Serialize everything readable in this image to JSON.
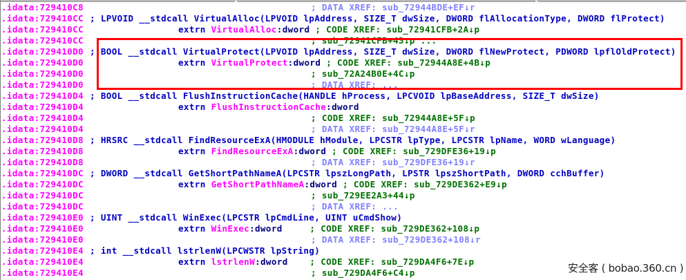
{
  "view": "IDA disassembly listing (.idata imports)",
  "lines": [
    {
      "addr": ".idata:729410C8",
      "type": "data_xref",
      "comment": "; DATA XREF: sub_72944BDE+EF",
      "arrow": "↓",
      "suffix": "r"
    },
    {
      "addr": ".idata:729410CC",
      "type": "proto",
      "text": "; LPVOID __stdcall VirtualAlloc(LPVOID lpAddress, SIZE_T dwSize, DWORD flAllocationType, DWORD flProtect)"
    },
    {
      "addr": ".idata:729410CC",
      "type": "extrn",
      "kw": "extrn ",
      "name": "VirtualAlloc",
      "rest": ":dword",
      "pad": " ",
      "comment": "; CODE XREF: sub_72941CFB+2A",
      "arrow": "↓",
      "suffix": "p"
    },
    {
      "addr": ".idata:729410CC",
      "type": "code_xref",
      "comment": "; sub_72941CFB+43",
      "arrow": "↓",
      "suffix": "p ..."
    },
    {
      "addr": ".idata:729410D0",
      "type": "proto",
      "text": "; BOOL __stdcall VirtualProtect(LPVOID lpAddress, SIZE_T dwSize, DWORD flNewProtect, PDWORD lpflOldProtect)"
    },
    {
      "addr": ".idata:729410D0",
      "type": "extrn",
      "kw": "extrn ",
      "name": "VirtualProtect",
      "rest": ":dword",
      "pad": " ",
      "comment": "; CODE XREF: sub_72944A8E+4B",
      "arrow": "↓",
      "suffix": "p"
    },
    {
      "addr": ".idata:729410D0",
      "type": "code_xref",
      "comment": "; sub_72A24B0E+4C",
      "arrow": "↓",
      "suffix": "p"
    },
    {
      "addr": ".idata:729410D0",
      "type": "data_xref",
      "comment": "; DATA XREF: ...",
      "arrow": "",
      "suffix": ""
    },
    {
      "addr": ".idata:729410D4",
      "type": "proto",
      "text": "; BOOL __stdcall FlushInstructionCache(HANDLE hProcess, LPCVOID lpBaseAddress, SIZE_T dwSize)"
    },
    {
      "addr": ".idata:729410D4",
      "type": "extrn",
      "kw": "extrn ",
      "name": "FlushInstructionCache",
      "rest": ":dword",
      "pad": "",
      "comment": "",
      "arrow": "",
      "suffix": ""
    },
    {
      "addr": ".idata:729410D4",
      "type": "code_xref",
      "comment": "; CODE XREF: sub_72944A8E+5F",
      "arrow": "↓",
      "suffix": "p"
    },
    {
      "addr": ".idata:729410D4",
      "type": "data_xref",
      "comment": "; DATA XREF: sub_72944A8E+5F",
      "arrow": "↓",
      "suffix": "r"
    },
    {
      "addr": ".idata:729410D8",
      "type": "proto",
      "text": "; HRSRC __stdcall FindResourceExA(HMODULE hModule, LPCSTR lpType, LPCSTR lpName, WORD wLanguage)"
    },
    {
      "addr": ".idata:729410D8",
      "type": "extrn",
      "kw": "extrn ",
      "name": "FindResourceExA",
      "rest": ":dword",
      "pad": " ",
      "comment": "; CODE XREF: sub_729DFE36+19",
      "arrow": "↓",
      "suffix": "p"
    },
    {
      "addr": ".idata:729410D8",
      "type": "data_xref",
      "comment": "; DATA XREF: sub_729DFE36+19",
      "arrow": "↓",
      "suffix": "r"
    },
    {
      "addr": ".idata:729410DC",
      "type": "proto",
      "text": "; DWORD __stdcall GetShortPathNameA(LPCSTR lpszLongPath, LPSTR lpszShortPath, DWORD cchBuffer)"
    },
    {
      "addr": ".idata:729410DC",
      "type": "extrn",
      "kw": "extrn ",
      "name": "GetShortPathNameA",
      "rest": ":dword",
      "pad": " ",
      "comment": "; CODE XREF: sub_729DE362+E9",
      "arrow": "↓",
      "suffix": "p"
    },
    {
      "addr": ".idata:729410DC",
      "type": "code_xref",
      "comment": "; sub_729EE2A3+44",
      "arrow": "↓",
      "suffix": "p"
    },
    {
      "addr": ".idata:729410DC",
      "type": "data_xref",
      "comment": "; DATA XREF: ...",
      "arrow": "",
      "suffix": ""
    },
    {
      "addr": ".idata:729410E0",
      "type": "proto",
      "text": "; UINT __stdcall WinExec(LPCSTR lpCmdLine, UINT uCmdShow)"
    },
    {
      "addr": ".idata:729410E0",
      "type": "extrn",
      "kw": "extrn ",
      "name": "WinExec",
      "rest": ":dword",
      "pad": "     ",
      "comment": "; CODE XREF: sub_729DE362+108",
      "arrow": "↓",
      "suffix": "p"
    },
    {
      "addr": ".idata:729410E0",
      "type": "data_xref",
      "comment": "; DATA XREF: sub_729DE362+108",
      "arrow": "↓",
      "suffix": "r"
    },
    {
      "addr": ".idata:729410E4",
      "type": "proto",
      "text": "; int __stdcall lstrlenW(LPCWSTR lpString)"
    },
    {
      "addr": ".idata:729410E4",
      "type": "extrn",
      "kw": "extrn ",
      "name": "lstrlenW",
      "rest": ":dword",
      "pad": "    ",
      "comment": "; CODE XREF: sub_729DA4F6+7E",
      "arrow": "↓",
      "suffix": "p"
    },
    {
      "addr": ".idata:729410E4",
      "type": "code_xref",
      "comment": "; sub_729DA4F6+C4",
      "arrow": "↓",
      "suffix": "p"
    }
  ],
  "highlight": {
    "label": "VirtualProtect import highlight",
    "color": "#ff0000"
  },
  "watermark": "安全客 ( bobao.360.cn )",
  "colors": {
    "address": "#ff00ff",
    "prototype": "#0000c0",
    "import_name": "#ff00ff",
    "code_xref": "#007000",
    "data_xref": "#8080ff",
    "highlight_box": "#ff0000"
  }
}
